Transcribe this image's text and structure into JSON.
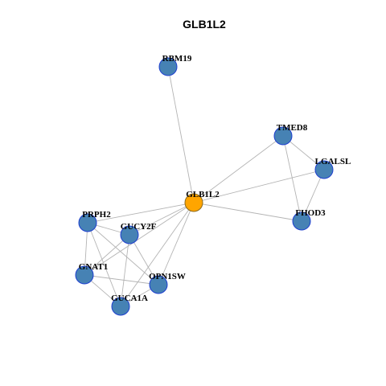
{
  "title": "GLB1L2",
  "colors": {
    "center_fill": "#FFA500",
    "center_stroke": "#8B6A1E",
    "node_fill": "#4682B4",
    "node_stroke": "#1E3FD0",
    "edge": "#B4B4B4"
  },
  "nodes": [
    {
      "id": "RBM19",
      "label": "RBM19",
      "center": false
    },
    {
      "id": "TMED8",
      "label": "TMED8",
      "center": false
    },
    {
      "id": "LGALSL",
      "label": "LGALSL",
      "center": false
    },
    {
      "id": "GLB1L2",
      "label": "GLB1L2",
      "center": true
    },
    {
      "id": "FHOD3",
      "label": "FHOD3",
      "center": false
    },
    {
      "id": "PRPH2",
      "label": "PRPH2",
      "center": false
    },
    {
      "id": "GUCY2F",
      "label": "GUCY2F",
      "center": false
    },
    {
      "id": "GNAT1",
      "label": "GNAT1",
      "center": false
    },
    {
      "id": "OPN1SW",
      "label": "OPN1SW",
      "center": false
    },
    {
      "id": "GUCA1A",
      "label": "GUCA1A",
      "center": false
    }
  ],
  "edges": [
    [
      "RBM19",
      "GLB1L2"
    ],
    [
      "TMED8",
      "GLB1L2"
    ],
    [
      "TMED8",
      "LGALSL"
    ],
    [
      "TMED8",
      "FHOD3"
    ],
    [
      "LGALSL",
      "GLB1L2"
    ],
    [
      "LGALSL",
      "FHOD3"
    ],
    [
      "GLB1L2",
      "FHOD3"
    ],
    [
      "GLB1L2",
      "PRPH2"
    ],
    [
      "GLB1L2",
      "GUCY2F"
    ],
    [
      "GLB1L2",
      "GNAT1"
    ],
    [
      "GLB1L2",
      "OPN1SW"
    ],
    [
      "GLB1L2",
      "GUCA1A"
    ],
    [
      "PRPH2",
      "GUCY2F"
    ],
    [
      "PRPH2",
      "GNAT1"
    ],
    [
      "PRPH2",
      "OPN1SW"
    ],
    [
      "PRPH2",
      "GUCA1A"
    ],
    [
      "GUCY2F",
      "GNAT1"
    ],
    [
      "GUCY2F",
      "OPN1SW"
    ],
    [
      "GUCY2F",
      "GUCA1A"
    ],
    [
      "GNAT1",
      "OPN1SW"
    ],
    [
      "GNAT1",
      "GUCA1A"
    ],
    [
      "OPN1SW",
      "GUCA1A"
    ]
  ]
}
